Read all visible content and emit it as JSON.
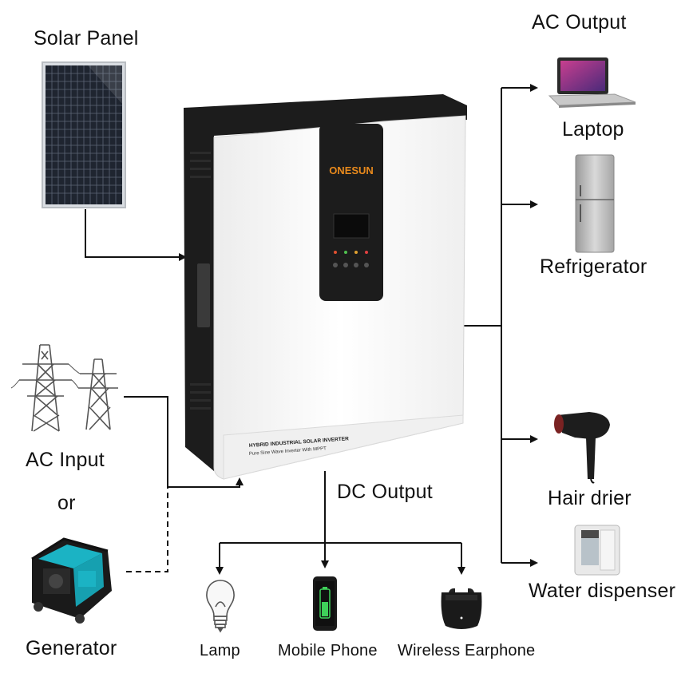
{
  "labels": {
    "solar_panel": "Solar Panel",
    "ac_output": "AC Output",
    "laptop": "Laptop",
    "refrigerator": "Refrigerator",
    "ac_input": "AC Input",
    "or": "or",
    "generator": "Generator",
    "hair_drier": "Hair drier",
    "water_dispenser": "Water dispenser",
    "dc_output": "DC Output",
    "lamp": "Lamp",
    "mobile_phone": "Mobile Phone",
    "wireless_earphone": "Wireless Earphone"
  },
  "inverter": {
    "brand": "ONESUN",
    "model_line1": "HYBRID INDUSTRIAL SOLAR INVERTER",
    "model_line2": "Pure Sine Wave Inverter With MPPT"
  },
  "colors": {
    "line": "#111111",
    "inverter_body": "#f7f7f7",
    "inverter_dark": "#1c1c1c",
    "brand_orange": "#e98a1c",
    "generator_teal": "#1bb3c4"
  }
}
